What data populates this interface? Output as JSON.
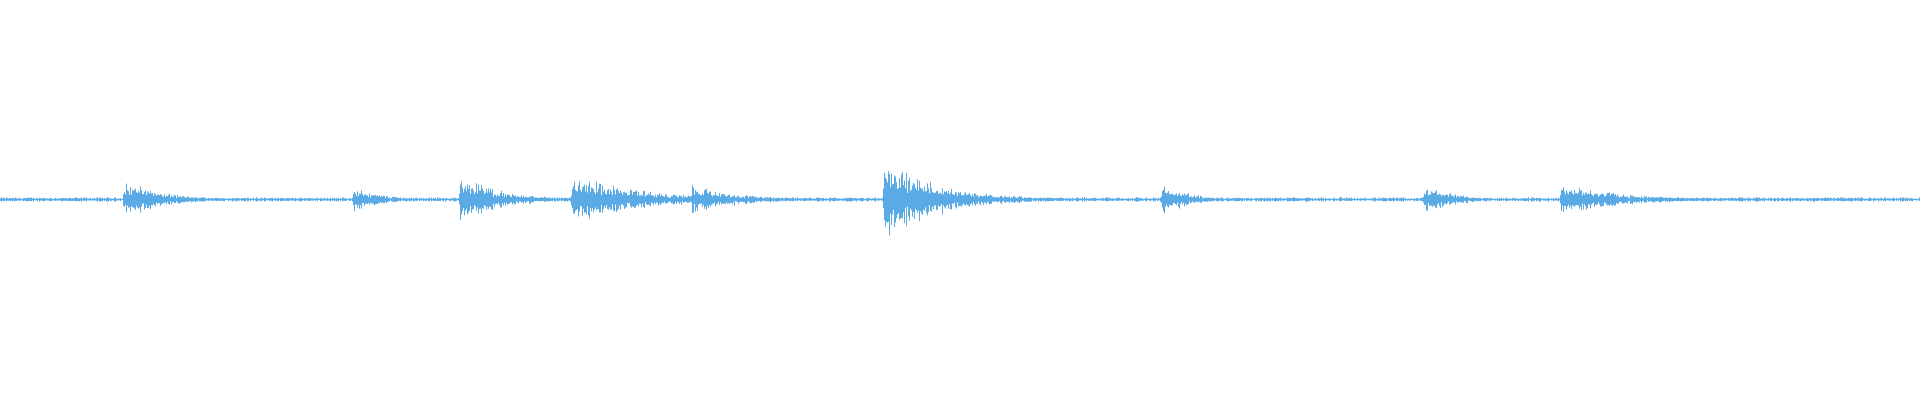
{
  "waveform": {
    "color": "#5aaae6",
    "background": "#ffffff",
    "duration_units": 1920,
    "baseline_amplitude": 0.012,
    "transients": [
      {
        "t": 124,
        "peak": 0.11,
        "decay": 36
      },
      {
        "t": 353,
        "peak": 0.07,
        "decay": 28
      },
      {
        "t": 460,
        "peak": 0.13,
        "decay": 40
      },
      {
        "t": 572,
        "peak": 0.13,
        "decay": 70
      },
      {
        "t": 692,
        "peak": 0.09,
        "decay": 44
      },
      {
        "t": 884,
        "peak": 0.22,
        "decay": 55
      },
      {
        "t": 964,
        "peak": 0.03,
        "decay": 30
      },
      {
        "t": 1162,
        "peak": 0.08,
        "decay": 30
      },
      {
        "t": 1424,
        "peak": 0.08,
        "decay": 30
      },
      {
        "t": 1561,
        "peak": 0.09,
        "decay": 60
      }
    ]
  }
}
